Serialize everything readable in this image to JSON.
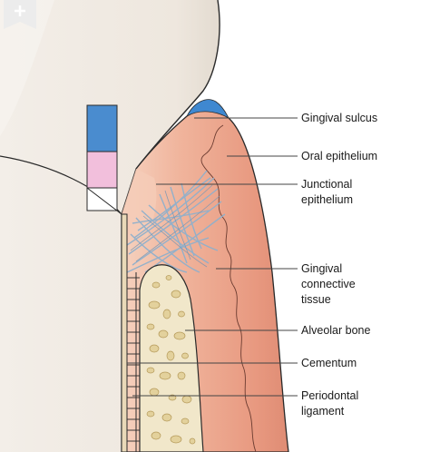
{
  "labels": {
    "gingival_sulcus": "Gingival sulcus",
    "oral_epithelium": "Oral epithelium",
    "junctional_epithelium": [
      "Junctional",
      "epithelium"
    ],
    "gingival_connective_tissue": [
      "Gingival",
      "connective",
      "tissue"
    ],
    "alveolar_bone": "Alveolar bone",
    "cementum": "Cementum",
    "periodontal_ligament": [
      "Periodontal",
      "ligament"
    ]
  },
  "colors": {
    "enamel": "#f1ece5",
    "enamel_shadow": "#e7e0d6",
    "crown_blue": "#4a8ccf",
    "crown_pink": "#f2bfdc",
    "gingiva_light": "#f3c4ab",
    "gingiva": "#ea9f86",
    "gingiva_dark": "#d97f69",
    "sulcus_blue": "#3f88d0",
    "bone": "#f1e7ca",
    "bone_holes": "#d9c58a",
    "cementum": "#e9d9b8",
    "fibers": "#8fb0cc",
    "outline": "#2a2a2a",
    "leader": "#444444"
  },
  "icons": {
    "corner": "plus-ribbon-icon"
  }
}
